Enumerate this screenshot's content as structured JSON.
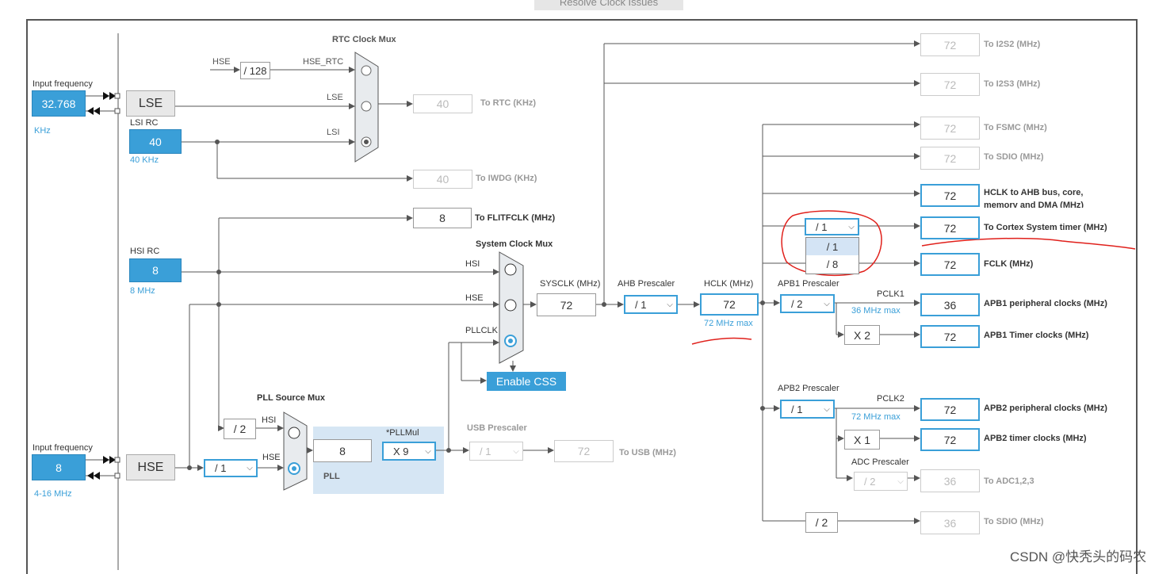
{
  "toolbar": {
    "resolve_label": "Resolve Clock Issues"
  },
  "lse_input": {
    "label": "Input frequency",
    "value": "32.768",
    "unit": "KHz"
  },
  "hse_input": {
    "label": "Input frequency",
    "value": "8",
    "unit": "4-16 MHz"
  },
  "lse": {
    "label": "LSE"
  },
  "lsi": {
    "label": "LSI RC",
    "value": "40",
    "unit": "40 KHz"
  },
  "hsi": {
    "label": "HSI RC",
    "value": "8",
    "unit": "8 MHz"
  },
  "hse": {
    "label": "HSE"
  },
  "rtc_mux": {
    "title": "RTC Clock Mux",
    "hse_label": "HSE",
    "div128": "/ 128",
    "hse_rtc": "HSE_RTC",
    "lse_label": "LSE",
    "lsi_label": "LSI"
  },
  "rtc_out": {
    "value": "40",
    "label": "To RTC (KHz)"
  },
  "iwdg_out": {
    "value": "40",
    "label": "To IWDG (KHz)"
  },
  "flit_out": {
    "value": "8",
    "label": "To FLITFCLK (MHz)"
  },
  "sys_mux": {
    "title": "System Clock Mux",
    "hsi": "HSI",
    "hse": "HSE",
    "pllclk": "PLLCLK"
  },
  "enable_css": "Enable CSS",
  "sysclk": {
    "label": "SYSCLK (MHz)",
    "value": "72"
  },
  "ahb": {
    "label": "AHB Prescaler",
    "value": "/ 1"
  },
  "hclk": {
    "label": "HCLK (MHz)",
    "value": "72",
    "max": "72 MHz max"
  },
  "pll_src": {
    "title": "PLL Source Mux",
    "div2": "/ 2",
    "hsi": "HSI",
    "hse": "HSE"
  },
  "hse_div": "/ 1",
  "pll": {
    "label": "PLL",
    "mul_label": "*PLLMul",
    "input": "8",
    "mul": "X 9"
  },
  "usb": {
    "label": "USB Prescaler",
    "value": "/ 1",
    "out": "72",
    "out_label": "To USB (MHz)"
  },
  "i2s2": {
    "value": "72",
    "label": "To I2S2 (MHz)"
  },
  "i2s3": {
    "value": "72",
    "label": "To I2S3 (MHz)"
  },
  "fsmc": {
    "value": "72",
    "label": "To FSMC (MHz)"
  },
  "sdio1": {
    "value": "72",
    "label": "To SDIO (MHz)"
  },
  "hclk_ahb": {
    "value": "72",
    "label": "HCLK to AHB bus, core,",
    "label2": "memory and DMA (MHz)"
  },
  "cortex": {
    "select": "/ 1",
    "value": "72",
    "label": "To Cortex System timer (MHz)"
  },
  "cortex_dropdown": {
    "opt1": "/ 1",
    "opt2": "/ 8"
  },
  "fclk": {
    "value": "72",
    "label": "FCLK (MHz)"
  },
  "apb1": {
    "label": "APB1 Prescaler",
    "value": "/ 2",
    "pclk": "PCLK1",
    "max": "36 MHz max",
    "periph": "36",
    "periph_label": "APB1 peripheral clocks (MHz)",
    "xmul": "X 2",
    "timer": "72",
    "timer_label": "APB1 Timer clocks (MHz)"
  },
  "apb2": {
    "label": "APB2 Prescaler",
    "value": "/ 1",
    "pclk": "PCLK2",
    "max": "72 MHz max",
    "periph": "72",
    "periph_label": "APB2 peripheral clocks (MHz)",
    "xmul": "X 1",
    "timer": "72",
    "timer_label": "APB2 timer clocks (MHz)"
  },
  "adc": {
    "label": "ADC Prescaler",
    "value": "/ 2",
    "out": "36",
    "out_label": "To ADC1,2,3"
  },
  "sdio2": {
    "div": "/ 2",
    "value": "36",
    "label": "To SDIO (MHz)"
  },
  "watermark": "CSDN @快秃头的码农",
  "colors": {
    "accent": "#3a9fd8",
    "annotation": "#e0201b",
    "pll_bg": "#d6e6f4"
  }
}
